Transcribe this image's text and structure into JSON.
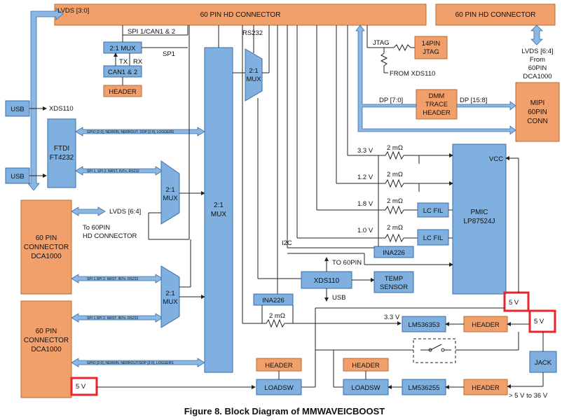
{
  "caption": "Figure 8. Block Diagram of MMWAVEICBOOST",
  "blocks": {
    "hd_top_main": "60 PIN HD CONNECTOR",
    "hd_top_right": "60 PIN HD CONNECTOR",
    "mux_spi": "2:1 MUX",
    "can": "CAN1 & 2",
    "header_can": "HEADER",
    "usb_top": "USB",
    "usb_mid": "USB",
    "ftdi": [
      "FTDI",
      "FT4232"
    ],
    "dca_top": [
      "60 PIN",
      "CONNECTOR",
      "DCA1000"
    ],
    "dca_bot": [
      "60 PIN",
      "CONNECTOR",
      "DCA1000"
    ],
    "mux_big": [
      "2:1",
      "MUX"
    ],
    "mux_tri_1": [
      "2:1",
      "MUX"
    ],
    "mux_tri_2": [
      "2:1",
      "MUX"
    ],
    "mux_tri_rs": [
      "2:1",
      "MUX"
    ],
    "jtag": [
      "14PIN",
      "JTAG"
    ],
    "dmm": [
      "DMM",
      "TRACE",
      "HEADER"
    ],
    "mipi": [
      "MIPI",
      "60PIN",
      "CONN"
    ],
    "pmic": [
      "PMIC",
      "LP87524J"
    ],
    "lcfil_1": "LC FIL",
    "lcfil_2": "LC FIL",
    "ina_1": "INA226",
    "ina_2": "INA226",
    "xds": "XDS110",
    "temp": [
      "TEMP",
      "SENSOR"
    ],
    "lm53": "LM536353",
    "lm255": "LM536255",
    "loadsw_1": "LOADSW",
    "loadsw_2": "LOADSW",
    "header_top_r": "HEADER",
    "header_bot_r": "HEADER",
    "header_ld1": "HEADER",
    "header_ld2": "HEADER",
    "jack": "JACK"
  },
  "labels": {
    "lvds30": "LVDS [3:0]",
    "spi_can": "SPI 1/CAN1 & 2",
    "sp1": "SP1",
    "tx": "TX",
    "rx": "RX",
    "rs232": "RS232",
    "xds110_usb": "XDS110",
    "jtag_sig": "JTAG",
    "from_xds": "FROM XDS110",
    "dp70": "DP [7:0]",
    "dp158": "DP [15:8]",
    "lvds64_r": [
      "LVDS [6:4]",
      "From",
      "60PIN",
      "DCA1000"
    ],
    "lvds64_l": "LVDS [6:4]",
    "to60pin": [
      "To 60PIN",
      "HD CONNECTOR"
    ],
    "bus_gpio_1": "GPIO [2:0], NERRIN, NERROUT, SOP [2:0], LOGGERS",
    "bus_spi_1": "SPI 1, SPI 2, NRST, INTn, RS232",
    "bus_spi_2": "SPI 1,SPI 2, NRST, INTn, RS232",
    "bus_spi_3": "SPI 1,SPI 2, NRST, INTn, RS232",
    "bus_gpio_2": "GPIO [2:0], NERRIN, NERROUT/SOP [2:0], LOGGERS",
    "v33": "3.3 V",
    "v12": "1.2 V",
    "v18": "1.8 V",
    "v10": "1.0 V",
    "r1": "2 mΩ",
    "r2": "2 mΩ",
    "r3": "2 mΩ",
    "r4": "2 mΩ",
    "r5": "2 mΩ",
    "vcc": "VCC",
    "i2c": "I2C",
    "to60pin_r": "TO 60PIN",
    "usb_r": "USB",
    "v33_b": "3.3 V",
    "v5_a": "5 V",
    "v5_b": "5 V",
    "v5_c": "5 V",
    "range": "> 5 V to 36 V"
  },
  "colors": {
    "block_blue": "#7fb0df",
    "block_orange": "#f1a06b",
    "highlight_red": "#e8262c"
  }
}
